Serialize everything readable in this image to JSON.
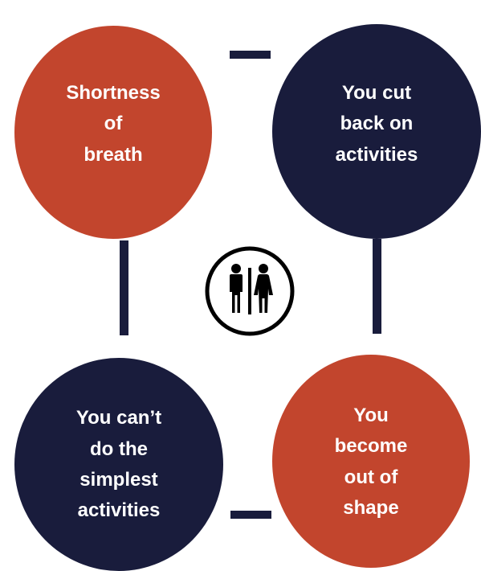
{
  "diagram": {
    "nodes": [
      {
        "id": "top_left",
        "text": "Shortness\nof\nbreath",
        "color": "#c2452d"
      },
      {
        "id": "top_right",
        "text": "You cut\nback on\nactivities",
        "color": "#191c3c"
      },
      {
        "id": "bottom_left",
        "text": "You can’t\ndo the\nsimplest\nactivities",
        "color": "#191c3c"
      },
      {
        "id": "bottom_right",
        "text": "You\nbecome\nout of\nshape",
        "color": "#c2452d"
      }
    ],
    "connector_color": "#191c3c",
    "center_icon": "restroom-icon"
  }
}
